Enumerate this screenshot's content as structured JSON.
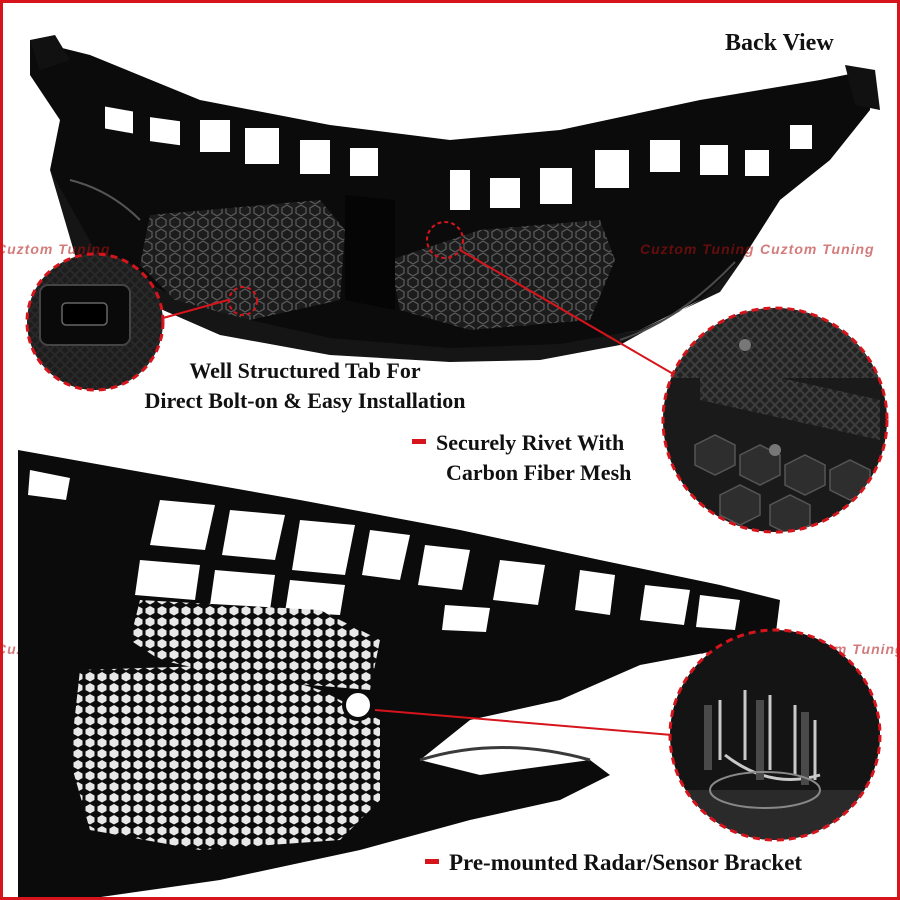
{
  "labels": {
    "back_view": "Back View",
    "tab_line1": "Well Structured Tab For",
    "tab_line2": "Direct Bolt-on & Easy Installation",
    "rivet_line1": "Securely Rivet With",
    "rivet_line2": "Carbon Fiber Mesh",
    "bracket": "Pre-mounted Radar/Sensor Bracket"
  },
  "watermark": "Cuztom Tuning",
  "colors": {
    "background": "#ffffff",
    "part": "#0b0b0b",
    "accent": "#d6141c",
    "text": "#111111"
  }
}
